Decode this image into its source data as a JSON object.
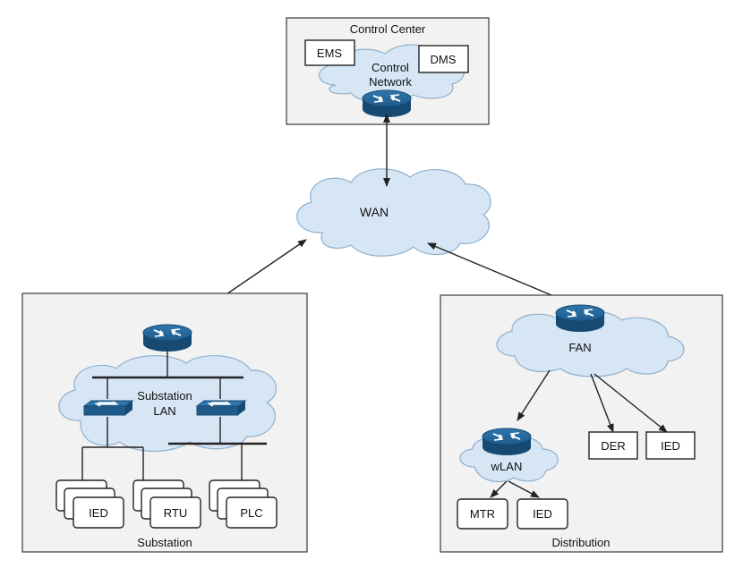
{
  "colors": {
    "cloud_fill": "#d6e6f5",
    "cloud_stroke": "#8fb0cc",
    "device_blue": "#1f5c8c",
    "zone_fill": "#f2f2f2"
  },
  "control_center": {
    "title": "Control Center",
    "ems": "EMS",
    "dms": "DMS",
    "network_line1": "Control",
    "network_line2": "Network"
  },
  "wan": {
    "label": "WAN"
  },
  "substation": {
    "title": "Substation",
    "lan_line1": "Substation",
    "lan_line2": "LAN",
    "devices": [
      "IED",
      "RTU",
      "PLC"
    ]
  },
  "distribution": {
    "title": "Distribution",
    "fan": "FAN",
    "wlan": "wLAN",
    "der": "DER",
    "ied": "IED",
    "mtr": "MTR",
    "wlan_ied": "IED"
  },
  "icons": {
    "router": "router-icon",
    "switch": "switch-icon"
  }
}
